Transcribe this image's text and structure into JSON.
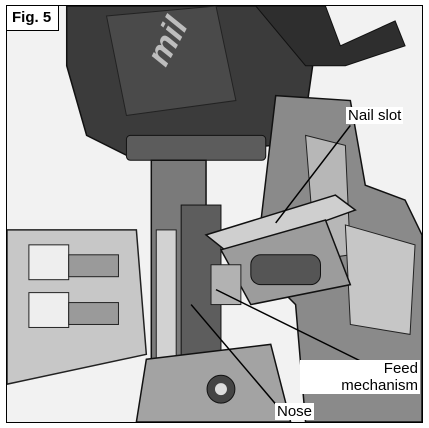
{
  "figure": {
    "label": "Fig. 5",
    "brand_text": "mil",
    "callouts": {
      "nail_slot": "Nail slot",
      "feed_mechanism_line1": "Feed",
      "feed_mechanism_line2": "mechanism",
      "nose": "Nose"
    }
  },
  "colors": {
    "body_dark": "#3a3a3a",
    "body_mid": "#6e6e6e",
    "body_light": "#a9a9a9",
    "background": "#f4f4f4",
    "line": "#000000"
  }
}
